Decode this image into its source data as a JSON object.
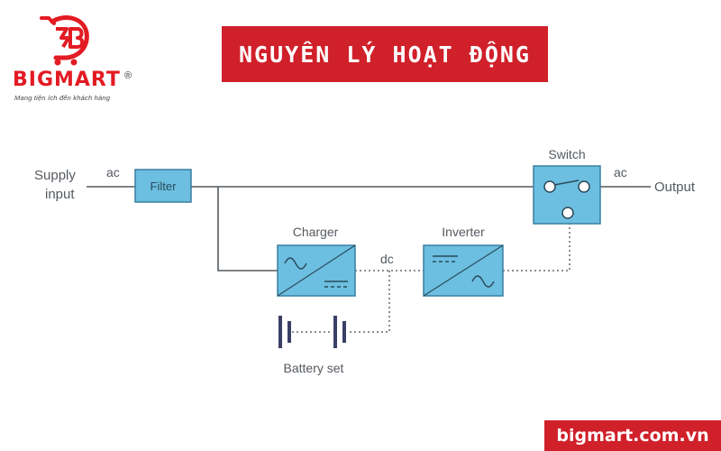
{
  "brand": {
    "name": "BIGMART",
    "registered": "®",
    "tagline": "Mang tiện ích đến khách hàng",
    "color": "#e31b23"
  },
  "title": "NGUYÊN LÝ HOẠT ĐỘNG",
  "diagram": {
    "labels": {
      "supply_line1": "Supply",
      "supply_line2": "input",
      "ac_in": "ac",
      "filter": "Filter",
      "charger": "Charger",
      "dc": "dc",
      "inverter": "Inverter",
      "switch": "Switch",
      "ac_out": "ac",
      "output": "Output",
      "battery": "Battery set"
    },
    "box_fill": "#6cbfe0",
    "box_stroke": "#3a7ea0",
    "line_color": "#555a60"
  },
  "footer": {
    "website": "bigmart.com.vn"
  }
}
